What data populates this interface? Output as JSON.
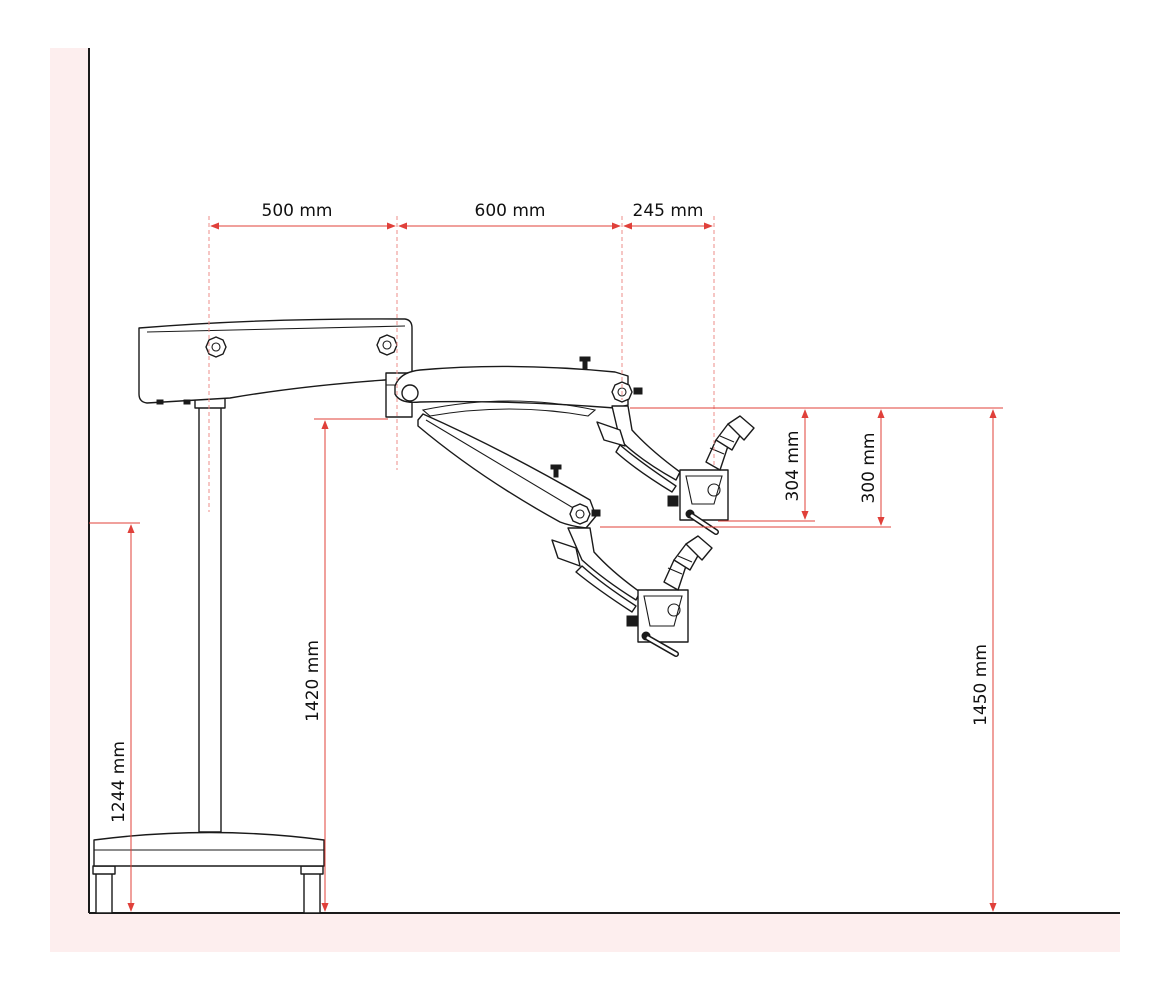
{
  "colors": {
    "background_panel": "#fdeeee",
    "dimension_red": "#e0403a",
    "guide_red": "#ec8e8a",
    "drawing_line": "#1a1a1a",
    "text": "#111111"
  },
  "dimensions": {
    "horizontal": [
      {
        "label": "500 mm",
        "value_mm": 500
      },
      {
        "label": "600 mm",
        "value_mm": 600
      },
      {
        "label": "245 mm",
        "value_mm": 245
      }
    ],
    "vertical": [
      {
        "label": "1244 mm",
        "value_mm": 1244
      },
      {
        "label": "1420 mm",
        "value_mm": 1420
      },
      {
        "label": "304 mm",
        "value_mm": 304
      },
      {
        "label": "300 mm",
        "value_mm": 300
      },
      {
        "label": "1450 mm",
        "value_mm": 1450
      }
    ]
  }
}
